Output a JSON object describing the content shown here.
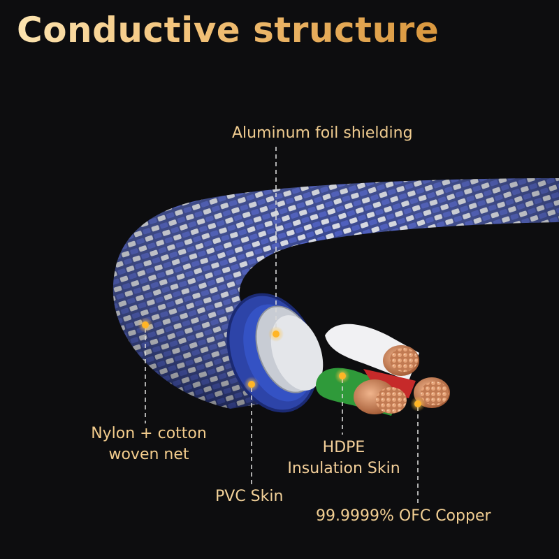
{
  "title": "Conductive structure",
  "labels": {
    "aluminum": "Aluminum foil shielding",
    "nylon_line1": "Nylon + cotton",
    "nylon_line2": "woven net",
    "pvc": "PVC Skin",
    "hdpe_line1": "HDPE",
    "hdpe_line2": "Insulation Skin",
    "ofc": "99.9999% OFC Copper"
  },
  "colors": {
    "background": "#0d0d0f",
    "braid_blue": "#2e3f9a",
    "braid_silver": "#d9dbe2",
    "copper": "#c9825a",
    "green_insulation": "#2f9a3a",
    "red_insulation": "#c62a2a",
    "marker": "#ffb526",
    "label_gold": "#f2cd92"
  }
}
